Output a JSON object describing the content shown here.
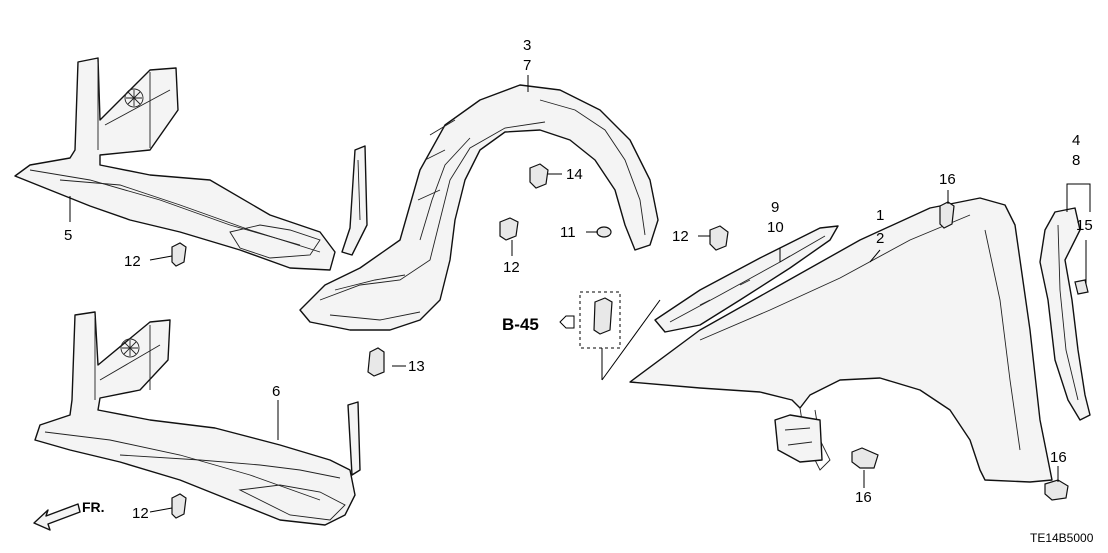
{
  "diagram": {
    "callouts": {
      "c1": "1",
      "c2": "2",
      "c3": "3",
      "c4": "4",
      "c5": "5",
      "c6": "6",
      "c7": "7",
      "c8": "8",
      "c9": "9",
      "c10": "10",
      "c11": "11",
      "c12a": "12",
      "c12b": "12",
      "c12c": "12",
      "c12d": "12",
      "c13": "13",
      "c14": "14",
      "c15": "15",
      "c16a": "16",
      "c16b": "16",
      "c16c": "16"
    },
    "reference_label": "B-45",
    "direction_label": "FR.",
    "diagram_code": "TE14B5000"
  }
}
